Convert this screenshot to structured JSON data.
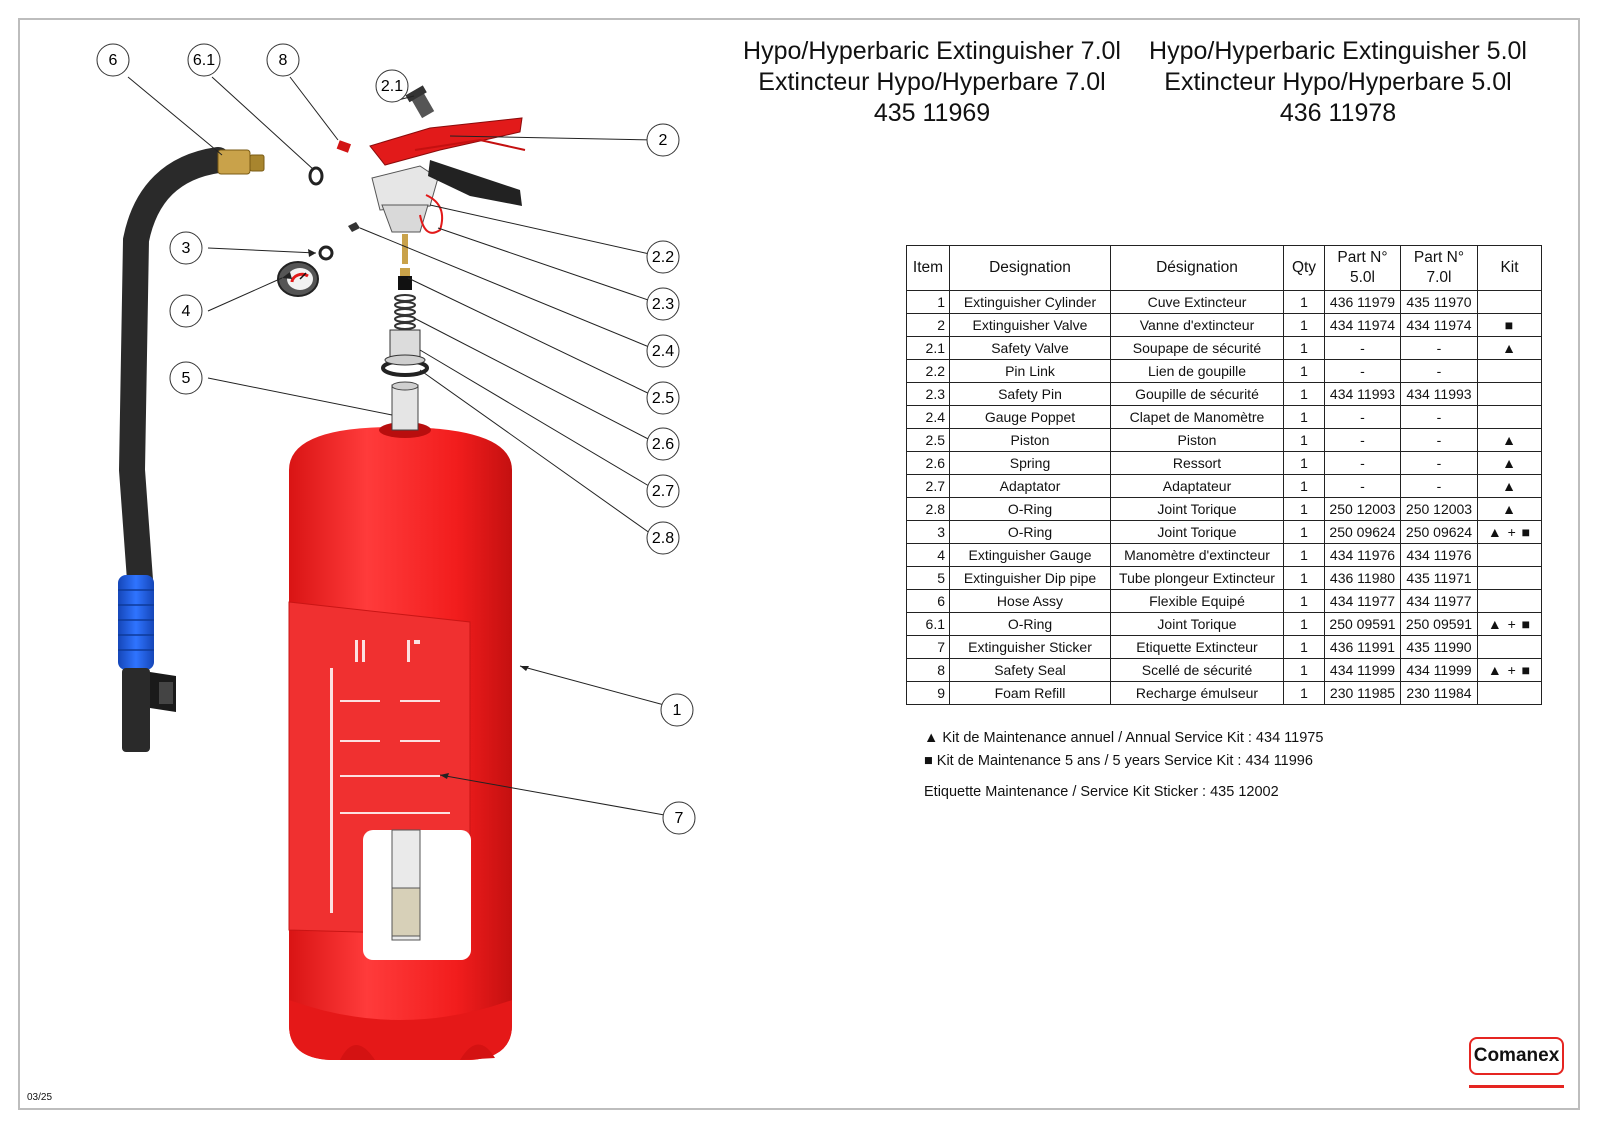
{
  "titles": {
    "left_en": "Hypo/Hyperbaric Extinguisher 7.0l",
    "left_fr": "Extincteur Hypo/Hyperbare 7.0l",
    "left_code": "435 11969",
    "right_en": "Hypo/Hyperbaric Extinguisher 5.0l",
    "right_fr": "Extincteur Hypo/Hyperbare 5.0l",
    "right_code": "436 11978"
  },
  "table": {
    "headers": {
      "item": "Item",
      "designation": "Designation",
      "designation_fr": "Désignation",
      "qty": "Qty",
      "part5_line1": "Part N°",
      "part5_line2": "5.0l",
      "part7_line1": "Part N°",
      "part7_line2": "7.0l",
      "kit": "Kit"
    },
    "rows": [
      {
        "item": "1",
        "en": "Extinguisher Cylinder",
        "fr": "Cuve Extincteur",
        "qty": "1",
        "p5": "436 11979",
        "p7": "435 11970",
        "kit": ""
      },
      {
        "item": "2",
        "en": "Extinguisher Valve",
        "fr": "Vanne d'extincteur",
        "qty": "1",
        "p5": "434 11974",
        "p7": "434 11974",
        "kit": "■"
      },
      {
        "item": "2.1",
        "en": "Safety Valve",
        "fr": "Soupape de sécurité",
        "qty": "1",
        "p5": "-",
        "p7": "-",
        "kit": "▲"
      },
      {
        "item": "2.2",
        "en": "Pin Link",
        "fr": "Lien de goupille",
        "qty": "1",
        "p5": "-",
        "p7": "-",
        "kit": ""
      },
      {
        "item": "2.3",
        "en": "Safety Pin",
        "fr": "Goupille de sécurité",
        "qty": "1",
        "p5": "434 11993",
        "p7": "434 11993",
        "kit": ""
      },
      {
        "item": "2.4",
        "en": "Gauge Poppet",
        "fr": "Clapet de Manomètre",
        "qty": "1",
        "p5": "-",
        "p7": "-",
        "kit": ""
      },
      {
        "item": "2.5",
        "en": "Piston",
        "fr": "Piston",
        "qty": "1",
        "p5": "-",
        "p7": "-",
        "kit": "▲"
      },
      {
        "item": "2.6",
        "en": "Spring",
        "fr": "Ressort",
        "qty": "1",
        "p5": "-",
        "p7": "-",
        "kit": "▲"
      },
      {
        "item": "2.7",
        "en": "Adaptator",
        "fr": "Adaptateur",
        "qty": "1",
        "p5": "-",
        "p7": "-",
        "kit": "▲"
      },
      {
        "item": "2.8",
        "en": "O-Ring",
        "fr": "Joint Torique",
        "qty": "1",
        "p5": "250 12003",
        "p7": "250 12003",
        "kit": "▲"
      },
      {
        "item": "3",
        "en": "O-Ring",
        "fr": "Joint Torique",
        "qty": "1",
        "p5": "250 09624",
        "p7": "250 09624",
        "kit": "▲ + ■"
      },
      {
        "item": "4",
        "en": "Extinguisher Gauge",
        "fr": "Manomètre d'extincteur",
        "qty": "1",
        "p5": "434 11976",
        "p7": "434 11976",
        "kit": ""
      },
      {
        "item": "5",
        "en": "Extinguisher Dip pipe",
        "fr": "Tube plongeur Extincteur",
        "qty": "1",
        "p5": "436 11980",
        "p7": "435 11971",
        "kit": ""
      },
      {
        "item": "6",
        "en": "Hose Assy",
        "fr": "Flexible Equipé",
        "qty": "1",
        "p5": "434 11977",
        "p7": "434 11977",
        "kit": ""
      },
      {
        "item": "6.1",
        "en": "O-Ring",
        "fr": "Joint Torique",
        "qty": "1",
        "p5": "250 09591",
        "p7": "250 09591",
        "kit": "▲ + ■"
      },
      {
        "item": "7",
        "en": "Extinguisher Sticker",
        "fr": "Etiquette Extincteur",
        "qty": "1",
        "p5": "436 11991",
        "p7": "435 11990",
        "kit": ""
      },
      {
        "item": "8",
        "en": "Safety Seal",
        "fr": "Scellé de sécurité",
        "qty": "1",
        "p5": "434 11999",
        "p7": "434 11999",
        "kit": "▲ + ■"
      },
      {
        "item": "9",
        "en": "Foam Refill",
        "fr": "Recharge émulseur",
        "qty": "1",
        "p5": "230 11985",
        "p7": "230 11984",
        "kit": ""
      }
    ]
  },
  "legend": {
    "annual": "▲ Kit de Maintenance annuel / Annual Service Kit : 434 11975",
    "five_year": "■ Kit de Maintenance 5 ans / 5 years Service Kit : 434 11996",
    "sticker": "Etiquette Maintenance / Service Kit Sticker : 435 12002"
  },
  "callouts": [
    "6",
    "6.1",
    "8",
    "2.1",
    "2",
    "3",
    "4",
    "5",
    "2.2",
    "2.3",
    "2.4",
    "2.5",
    "2.6",
    "2.7",
    "2.8",
    "1",
    "7"
  ],
  "brand": "Comanex",
  "date_code": "03/25",
  "colors": {
    "cylinder_red": "#f21d1d",
    "hose_black": "#2a2a2a",
    "hose_blue": "#1f5fe0",
    "brass": "#c9a24a",
    "brand_red": "#e52521"
  }
}
